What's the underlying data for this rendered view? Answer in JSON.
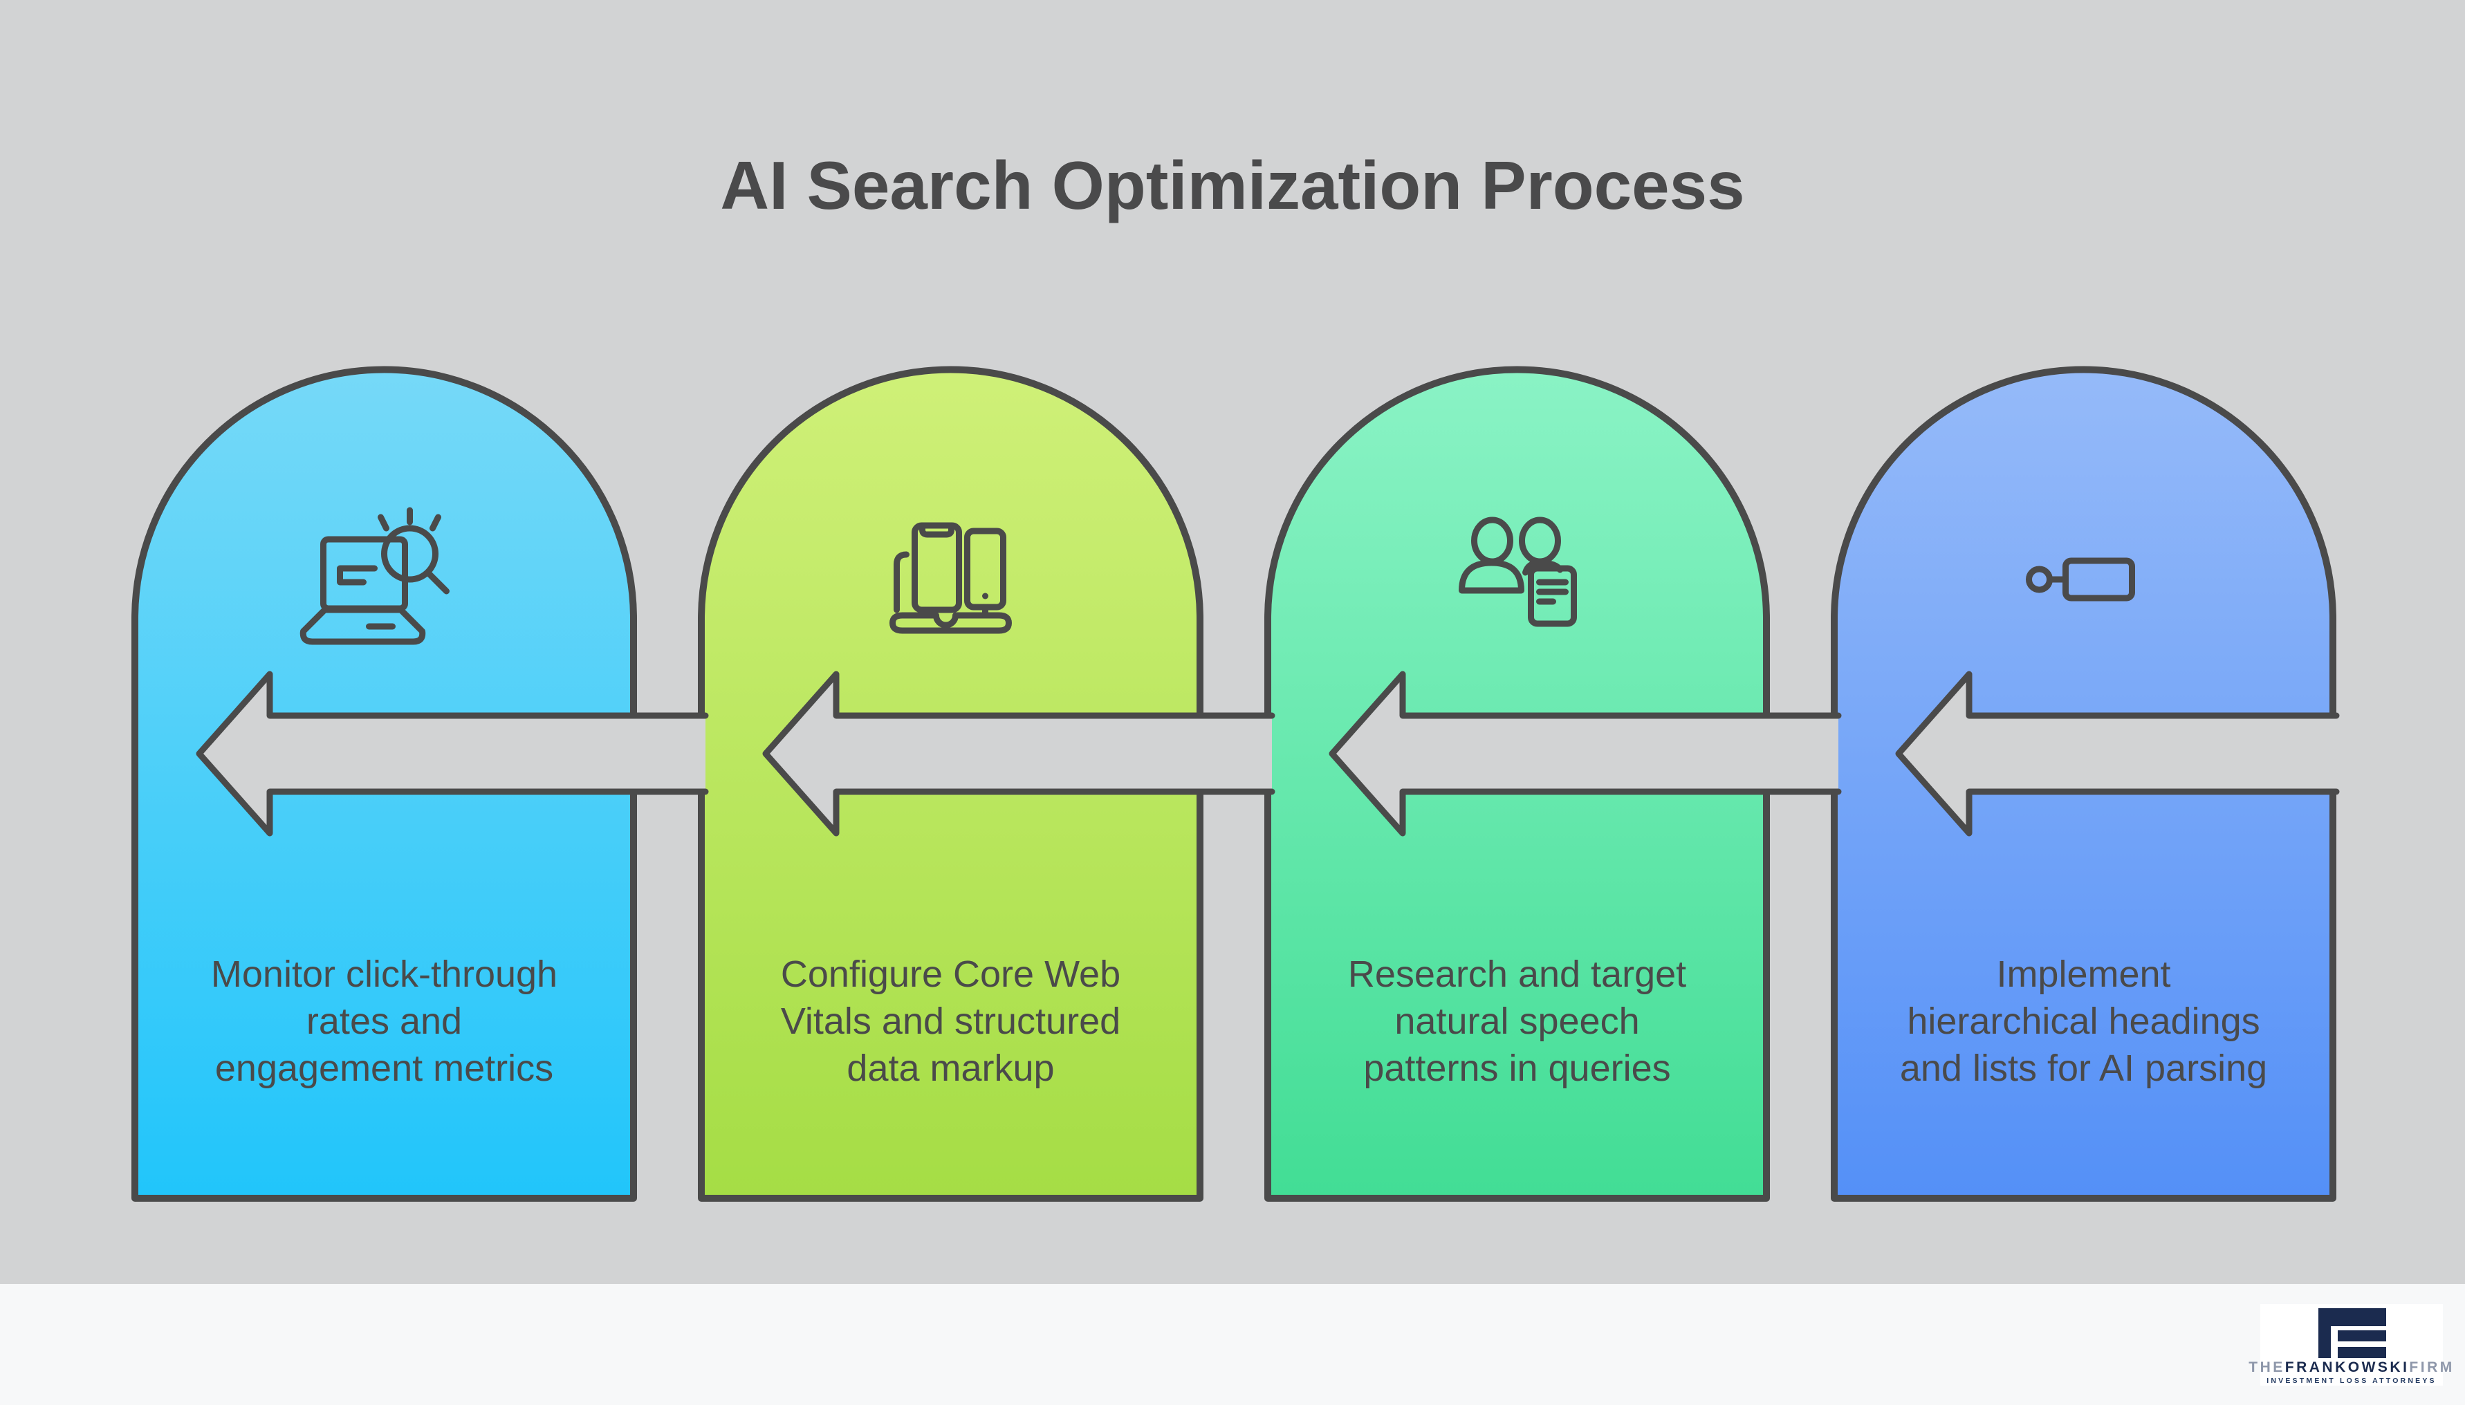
{
  "title": "AI Search Optimization Process",
  "colors": {
    "background": "#d2d3d4",
    "arrow_fill": "#d2d3d4",
    "outline": "#4a4a4a",
    "text": "#4a4a4a",
    "footer_strip": "#f7f8f9",
    "logo_box": "#ffffff",
    "logo_navy": "#1b2b4f",
    "logo_muted": "#8e97aa"
  },
  "cards": [
    {
      "icon": "laptop-search-icon",
      "gradient_top": "#76d9f8",
      "gradient_bottom": "#21c5fa",
      "lines": [
        "Monitor click-through",
        "rates and",
        "engagement metrics"
      ]
    },
    {
      "icon": "responsive-devices-icon",
      "gradient_top": "#cff078",
      "gradient_bottom": "#a5dd45",
      "lines": [
        "Configure Core Web",
        "Vitals and structured",
        "data markup"
      ]
    },
    {
      "icon": "users-document-icon",
      "gradient_top": "#8af3c5",
      "gradient_bottom": "#42dd95",
      "lines": [
        "Research and target",
        "natural speech",
        "patterns in queries"
      ]
    },
    {
      "icon": "node-link-icon",
      "gradient_top": "#95baf9",
      "gradient_bottom": "#5490f7",
      "lines": [
        "Implement",
        "hierarchical headings",
        "and lists for AI parsing"
      ]
    }
  ],
  "footer": {
    "brand_the": "THE",
    "brand_name": "FRANKOWSKI",
    "brand_firm": "FIRM",
    "tagline": "INVESTMENT LOSS ATTORNEYS"
  }
}
